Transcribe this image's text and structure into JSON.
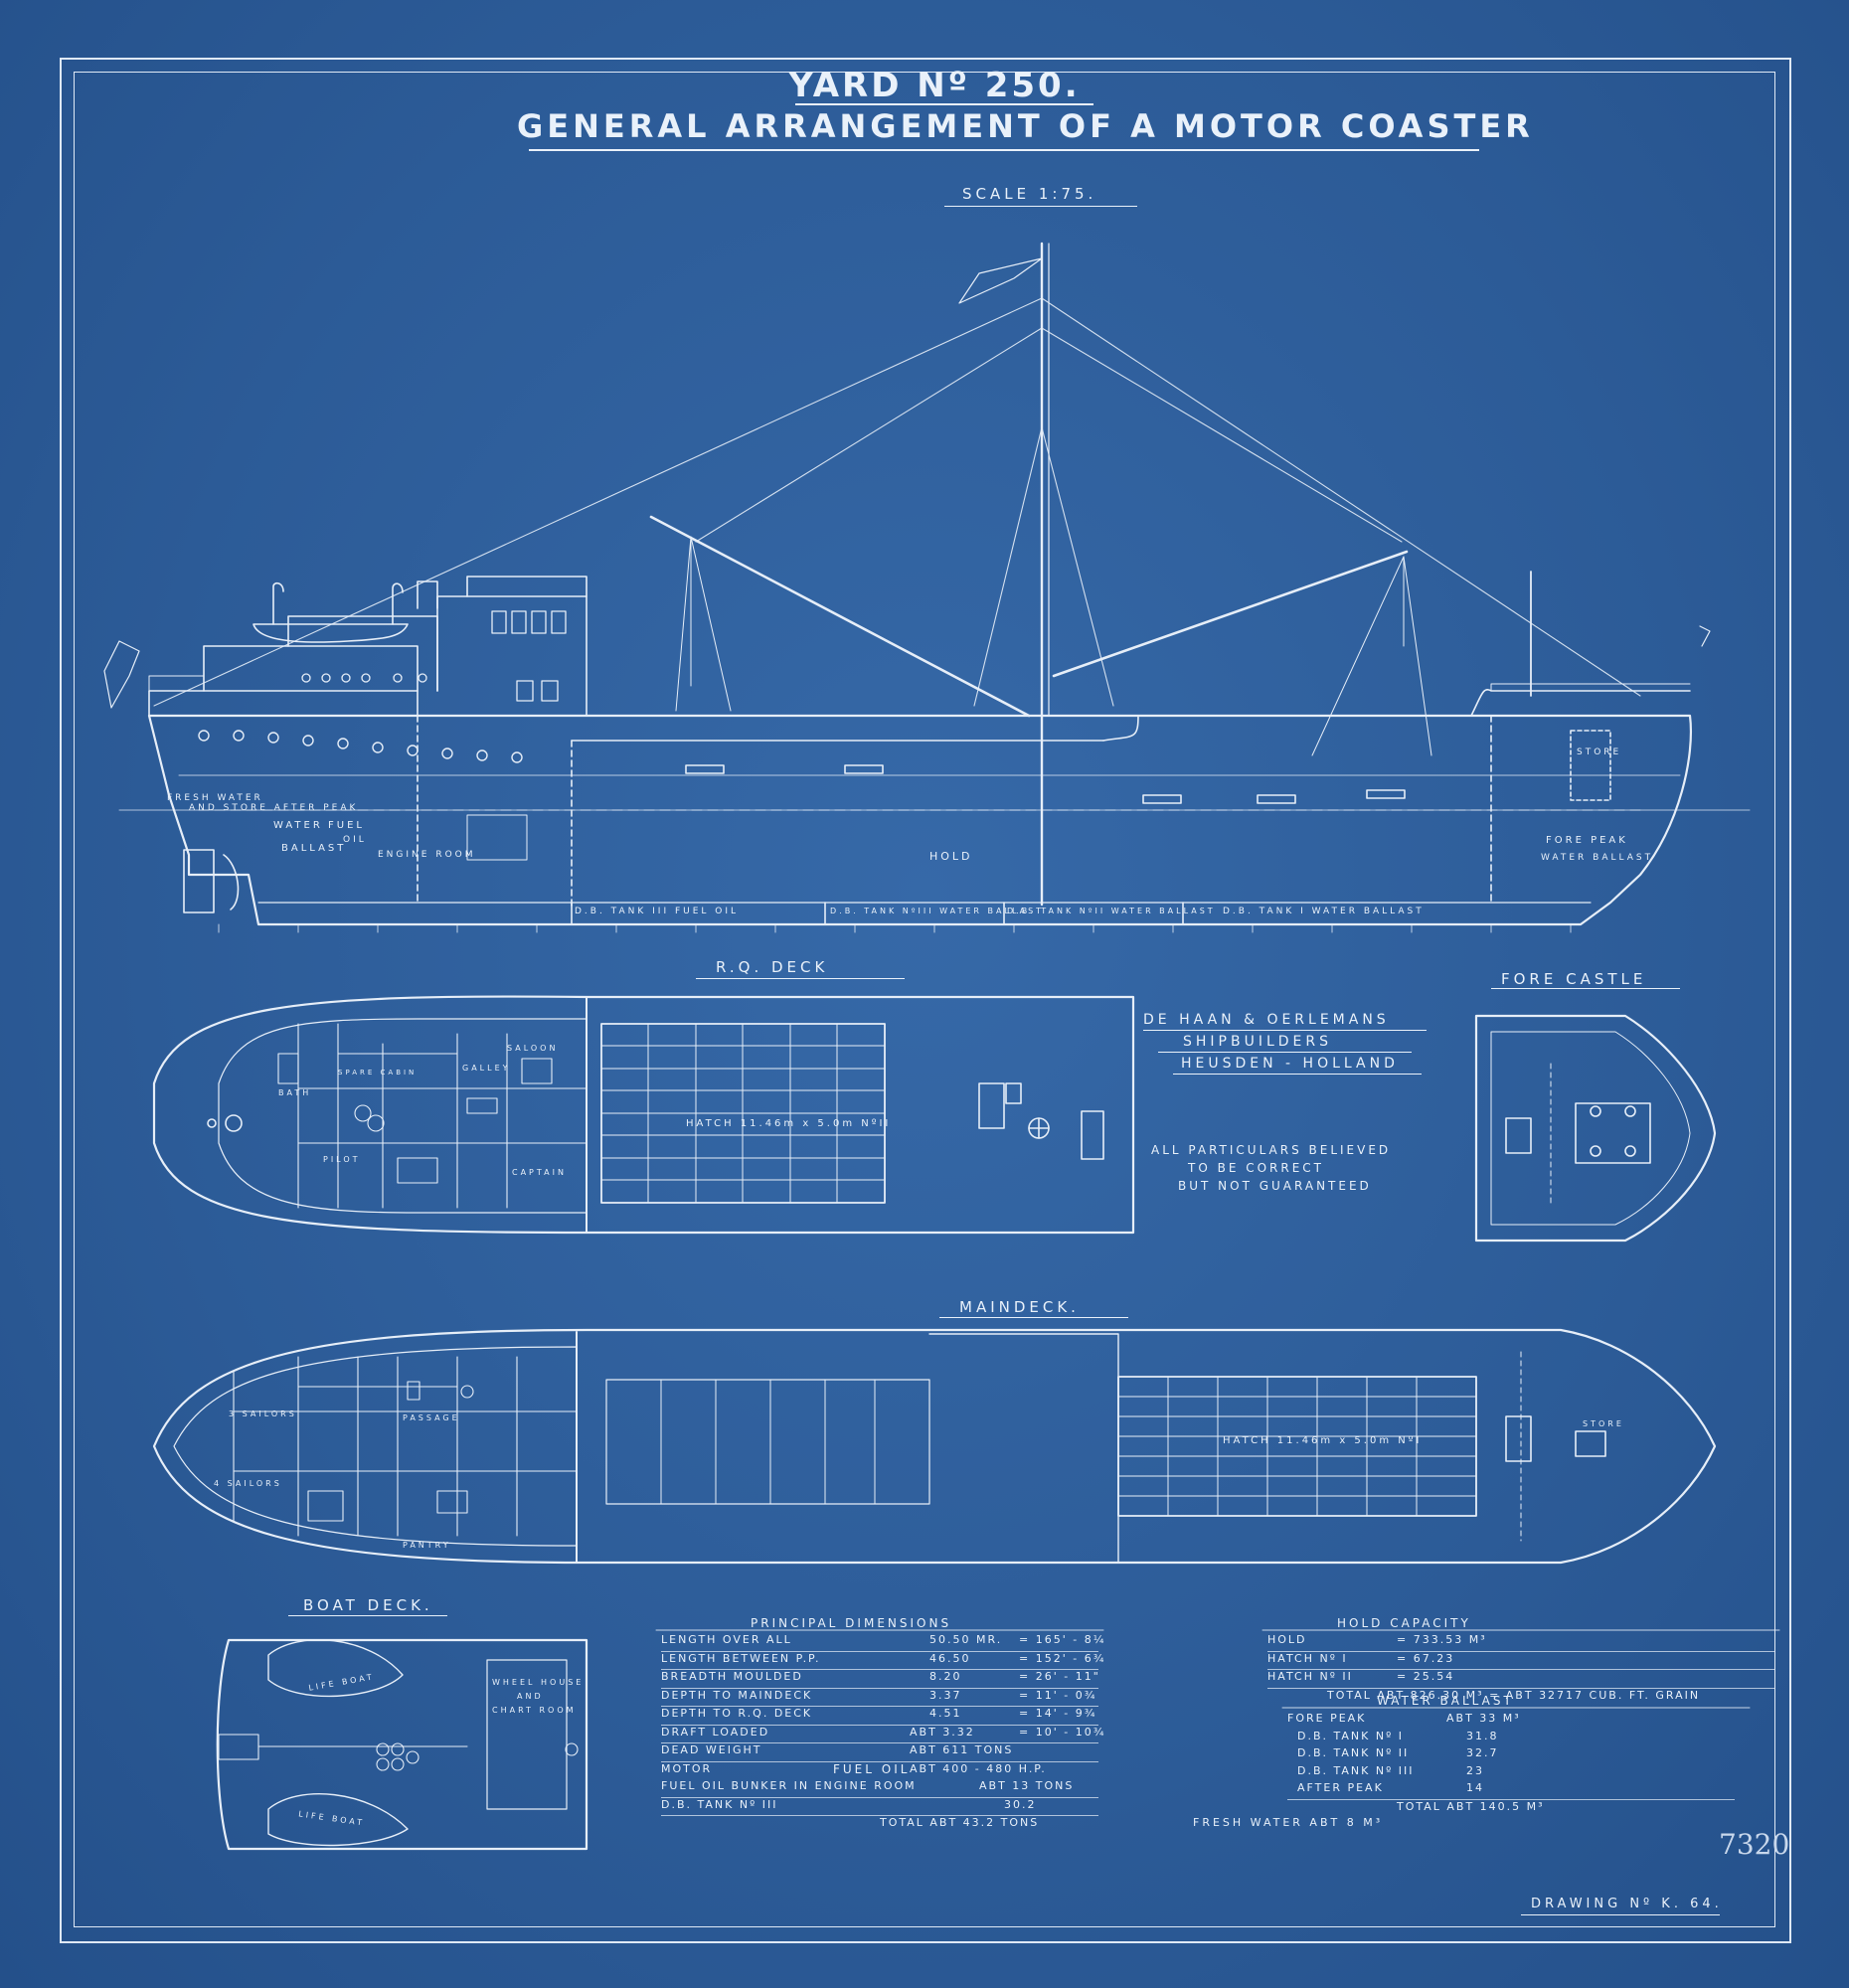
{
  "title": {
    "yard": "YARD Nº 250.",
    "main": "GENERAL ARRANGEMENT OF A MOTOR COASTER",
    "scale": "SCALE 1:75."
  },
  "views": {
    "rq_deck": "R.Q. DECK",
    "fore_castle": "FORE CASTLE",
    "main_deck": "MAINDECK.",
    "boat_deck": "BOAT DECK."
  },
  "builder": {
    "line1": "DE HAAN & OERLEMANS",
    "line2": "SHIPBUILDERS",
    "line3": "HEUSDEN - HOLLAND"
  },
  "disclaimer": {
    "line1": "ALL PARTICULARS BELIEVED",
    "line2": "TO BE CORRECT",
    "line3": "BUT NOT GUARANTEED"
  },
  "profile_labels": {
    "fresh_water": "FRESH WATER",
    "after_peak": "AND STORE AFTER PEAK",
    "water": "WATER",
    "ballast": "BALLAST",
    "fuel": "FUEL",
    "oil": "OIL",
    "engine_room": "ENGINE ROOM",
    "hold": "HOLD",
    "fore_peak": "FORE PEAK",
    "fore_peak_ballast": "WATER BALLAST",
    "stores": "STORE",
    "tank3": "D.B. TANK III  FUEL OIL",
    "tank2": "D.B. TANK NºIII  WATER BALLAST",
    "tank2b": "D.B. TANK NºII  WATER BALLAST",
    "tank1": "D.B. TANK I  WATER BALLAST"
  },
  "hatch_labels": {
    "hatch2": "HATCH 11.46m x 5.0m  NºII",
    "hatch1": "HATCH 11.46m x 5.0m  NºI"
  },
  "deck_labels": {
    "saloon": "SALOON",
    "galley": "GALLEY",
    "bath": "BATH",
    "spare_cabin": "SPARE CABIN",
    "pilot": "PILOT",
    "captain": "CAPTAIN",
    "sailors3": "3 SAILORS",
    "sailors4": "4 SAILORS",
    "passage": "PASSAGE",
    "pantry": "PANTRY",
    "stores": "STORE",
    "wheelhouse": "WHEEL HOUSE",
    "and": "AND",
    "chartroom": "CHART ROOM",
    "lifeboat": "LIFE BOAT"
  },
  "principal_dimensions": {
    "heading": "PRINCIPAL DIMENSIONS",
    "rows": [
      {
        "label": "LENGTH   OVER   ALL",
        "metric": "50.50  MR.",
        "imperial": "=  165' - 8¼"
      },
      {
        "label": "LENGTH   BETWEEN  P.P.",
        "metric": "46.50",
        "imperial": "=  152' - 6¾"
      },
      {
        "label": "BREADTH   MOULDED",
        "metric": "8.20",
        "imperial": "=  26' - 11\""
      },
      {
        "label": "DEPTH    TO   MAINDECK",
        "metric": "3.37",
        "imperial": "=  11' - 0¾"
      },
      {
        "label": "DEPTH    TO   R.Q. DECK",
        "metric": "4.51",
        "imperial": "=  14' - 9¾"
      },
      {
        "label": "DRAFT    LOADED",
        "metric": "ABT  3.32",
        "imperial": "=  10' - 10¾"
      },
      {
        "label": "DEAD  WEIGHT",
        "metric": "ABT  611  TONS",
        "imperial": ""
      },
      {
        "label": "MOTOR",
        "metric": "ABT  400 - 480  H.P.",
        "imperial": ""
      }
    ]
  },
  "fuel_oil": {
    "heading": "FUEL OIL",
    "rows": [
      {
        "label": "FUEL  OIL  BUNKER  IN  ENGINE  ROOM",
        "value": "ABT  13  TONS"
      },
      {
        "label": "D.B.  TANK  Nº III",
        "value": "30.2"
      }
    ],
    "total": "TOTAL   ABT  43.2  TONS"
  },
  "hold_capacity": {
    "heading": "HOLD CAPACITY",
    "rows": [
      {
        "label": "HOLD",
        "value": "=   733.53  M³"
      },
      {
        "label": "HATCH  Nº I",
        "value": "=   67.23"
      },
      {
        "label": "HATCH  Nº II",
        "value": "=   25.54"
      }
    ],
    "total": "TOTAL  ABT  826.30 M³ = ABT 32717  CUB. FT. GRAIN"
  },
  "water_ballast": {
    "heading": "WATER BALLAST",
    "rows": [
      {
        "label": "FORE  PEAK",
        "value": "ABT  33  M³"
      },
      {
        "label": "D.B.  TANK  Nº I",
        "value": "31.8"
      },
      {
        "label": "D.B.  TANK  Nº II",
        "value": "32.7"
      },
      {
        "label": "D.B.  TANK  Nº III",
        "value": "23"
      },
      {
        "label": "AFTER  PEAK",
        "value": "14"
      }
    ],
    "total": "TOTAL ABT  140.5 M³",
    "fresh_water": "FRESH  WATER      ABT      8   M³"
  },
  "drawing_number": "DRAWING Nº K. 64.",
  "archive_number": "7320",
  "colors": {
    "paper": "#2f5f9c",
    "ink": "#e9f1fa"
  }
}
